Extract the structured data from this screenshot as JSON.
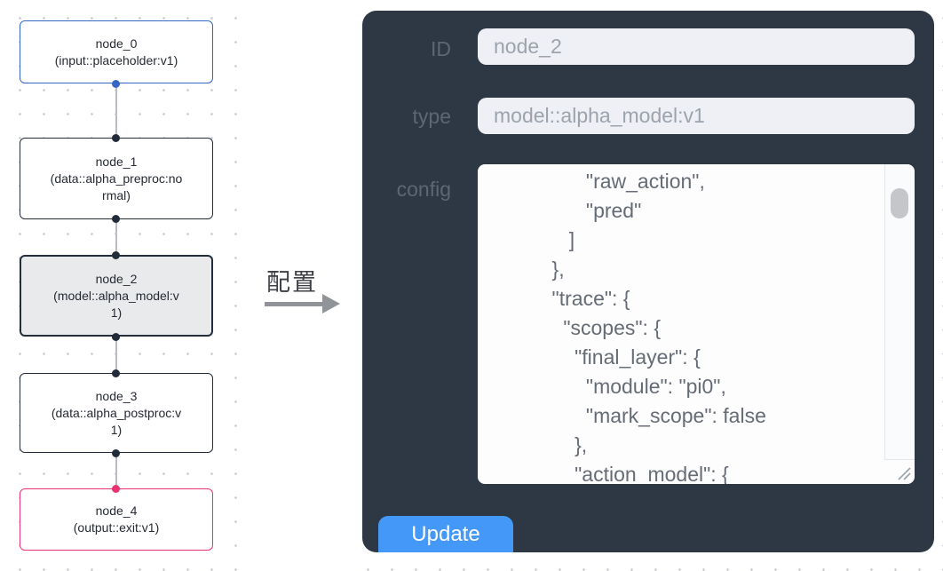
{
  "canvas": {
    "nodes": [
      {
        "name": "node_0",
        "type": "(input::placeholder:v1)"
      },
      {
        "name": "node_1",
        "type": "(data::alpha_preproc:normal)"
      },
      {
        "name": "node_2",
        "type": "(model::alpha_model:v1)"
      },
      {
        "name": "node_3",
        "type": "(data::alpha_postproc:v1)"
      },
      {
        "name": "node_4",
        "type": "(output::exit:v1)"
      }
    ],
    "accent_colors": {
      "input_node_border": "#3566c7",
      "default_node_border": "#242d3c",
      "output_node_border": "#ec3372",
      "selected_node_fill": "#e9eaec",
      "edge_line": "#b9bdc3"
    }
  },
  "transfer": {
    "label": "配置"
  },
  "panel": {
    "background_color": "#2e3845",
    "id_label": "ID",
    "id_value": "node_2",
    "type_label": "type",
    "type_value": "model::alpha_model:v1",
    "config_label": "config",
    "config_value": "          \"raw_action\",\n          \"pred\"\n       ]\n    },\n    \"trace\": {\n      \"scopes\": {\n        \"final_layer\": {\n          \"module\": \"pi0\",\n          \"mark_scope\": false\n        },\n        \"action_model\": {",
    "update_label": "Update",
    "update_color": "#4498f7"
  }
}
